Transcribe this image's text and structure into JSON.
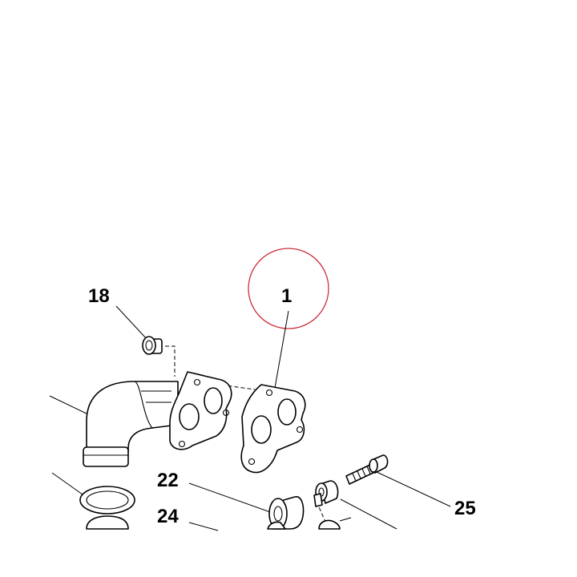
{
  "callouts": {
    "c1": "1",
    "c18": "18",
    "c22": "22",
    "c24": "24",
    "c25": "25"
  },
  "colors": {
    "highlight": "#c8303a",
    "line": "#000000",
    "background": "#ffffff"
  }
}
